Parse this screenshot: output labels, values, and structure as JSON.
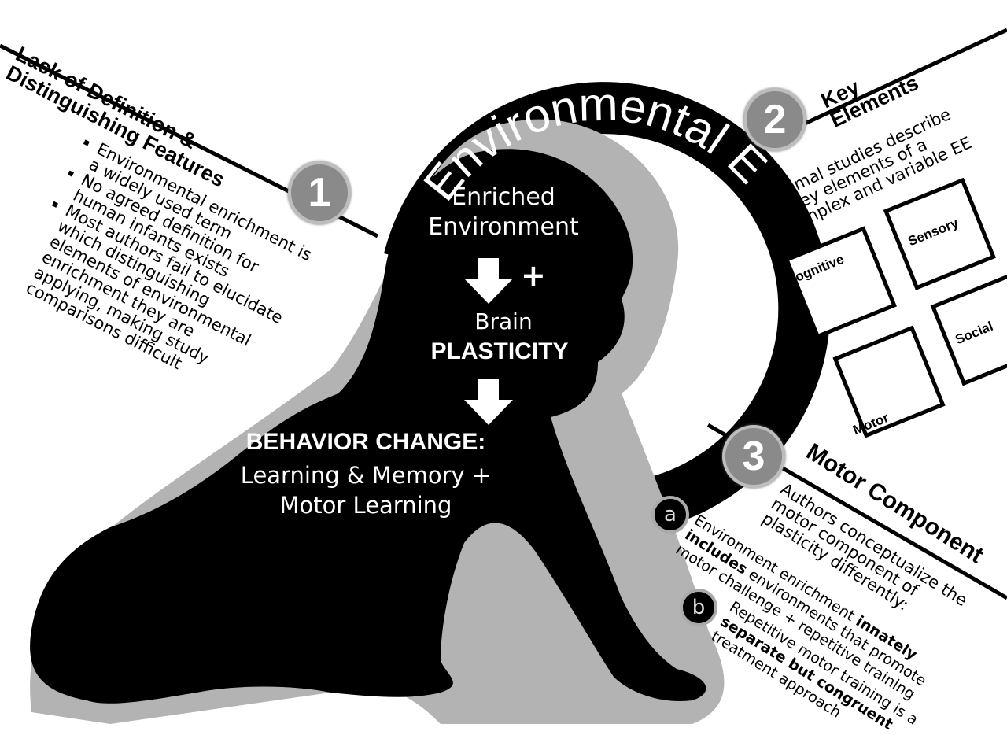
{
  "ring_title": "Environmental E",
  "center": {
    "line1": "Enriched",
    "line2": "Environment",
    "plus": "+",
    "brain": "Brain",
    "plasticity": "PLASTICITY",
    "behavior": "BEHAVIOR CHANGE:",
    "learning": "Learning & Memory +",
    "motor": "Motor Learning"
  },
  "section1": {
    "number": "1",
    "title_line1": "Lack of Definition &",
    "title_line2": "Distinguishing Features",
    "bullets": [
      [
        "Environmental enrichment is",
        "a widely used term"
      ],
      [
        "No agreed definition for",
        "human infants exists"
      ],
      [
        "Most authors fail to elucidate",
        "which distinguishing",
        "elements of environmental",
        "enrichment they are",
        "applying, making study",
        "comparisons difficult"
      ]
    ]
  },
  "section2": {
    "number": "2",
    "title_line1": "Key",
    "title_line2": "Elements",
    "text_line1": "Animal  studies describe",
    "text_line2": "4 key elements  of a",
    "text_line3": "complex and variable EE",
    "pieces": [
      "Cognitive",
      "Sensory",
      "Social",
      "Motor"
    ]
  },
  "section3": {
    "number": "3",
    "title": "Motor Component",
    "intro": [
      "Authors conceptualize the",
      "motor component of",
      "plasticity differently:"
    ],
    "a": {
      "marker": "a",
      "l1": "Environment enrichment ",
      "l1b": "innately",
      "l2b": "includes",
      "l2": " environments that promote",
      "l3": "motor challenge + repetitive training"
    },
    "b": {
      "marker": "b",
      "l1": "Repetitive motor training is a",
      "l2b": "separate but congruent",
      "l3": "treatment approach"
    }
  },
  "colors": {
    "silhouette": "#000000",
    "shadow": "#b3b3b3",
    "badge": "#8a8a8a"
  }
}
